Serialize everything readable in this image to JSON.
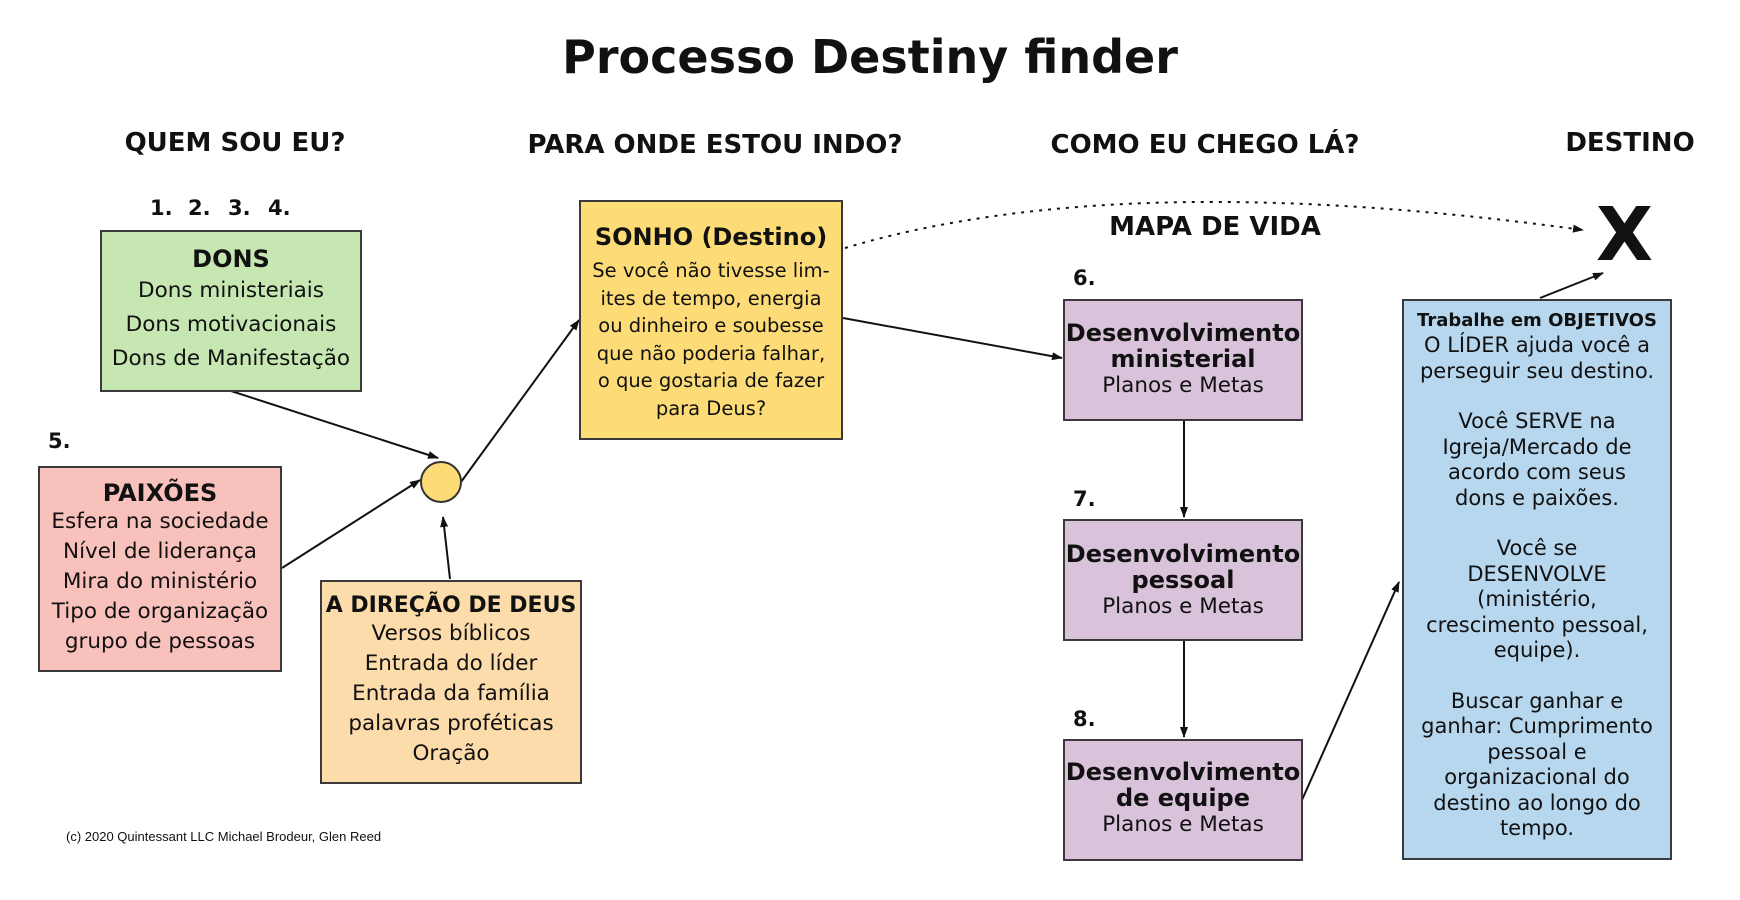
{
  "title": "Processo Destiny finder",
  "headings": {
    "who": "QUEM SOU EU?",
    "where": "PARA ONDE ESTOU INDO?",
    "how": "COMO EU CHEGO LÁ?",
    "destiny": "DESTINO",
    "life_map": "MAPA DE VIDA"
  },
  "numbers": [
    "1.",
    "2.",
    "3.",
    "4.",
    "5.",
    "6.",
    "7.",
    "8."
  ],
  "gifts": {
    "title": "DONS",
    "lines": [
      "Dons ministeriais",
      "Dons motivacionais",
      "Dons de Manifestação"
    ]
  },
  "passions": {
    "title": "PAIXÕES",
    "lines": [
      "Esfera na sociedade",
      "Nível de liderança",
      "Mira do ministério",
      "Tipo de organização",
      "grupo de pessoas"
    ]
  },
  "gods_direction": {
    "title": "A DIREÇÃO DE DEUS",
    "lines": [
      "Versos bíblicos",
      "Entrada do líder",
      "Entrada da família",
      "palavras proféticas",
      "Oração"
    ]
  },
  "dream": {
    "title": "SONHO (Destino)",
    "lines": [
      "Se você não tivesse lim-",
      "ites de tempo, energia",
      "ou dinheiro e soubesse",
      "que não poderia falhar,",
      "o que gostaria de fazer",
      "para Deus?"
    ]
  },
  "development": [
    {
      "title_lines": [
        "Desenvolvimento",
        "ministerial"
      ],
      "subtitle": "Planos e Metas"
    },
    {
      "title_lines": [
        "Desenvolvimento",
        "pessoal"
      ],
      "subtitle": "Planos e Metas"
    },
    {
      "title_lines": [
        "Desenvolvimento",
        "de equipe"
      ],
      "subtitle": "Planos e Metas"
    }
  ],
  "objectives": {
    "title": "Trabalhe em OBJETIVOS",
    "paragraphs": [
      [
        "O LÍDER ajuda você a",
        "perseguir seu destino."
      ],
      [
        "Você SERVE na",
        "Igreja/Mercado de",
        "acordo com seus",
        "dons e paixões."
      ],
      [
        "Você se",
        "DESENVOLVE",
        "(ministério,",
        "crescimento pessoal,",
        "equipe)."
      ],
      [
        "Buscar ganhar e",
        "ganhar: Cumprimento",
        "pessoal e",
        "organizacional do",
        "destino ao longo do",
        "tempo."
      ]
    ]
  },
  "destination_mark": "X",
  "copyright": "(c) 2020 Quintessant LLC Michael Brodeur, Glen Reed",
  "colors": {
    "gifts": "#c6e7b2",
    "passions": "#f9c1bb",
    "dream": "#fddc77",
    "gods_direction": "#fddcab",
    "development": "#d9c3db",
    "objectives": "#b7d7ee",
    "junction": "#fddc77"
  }
}
